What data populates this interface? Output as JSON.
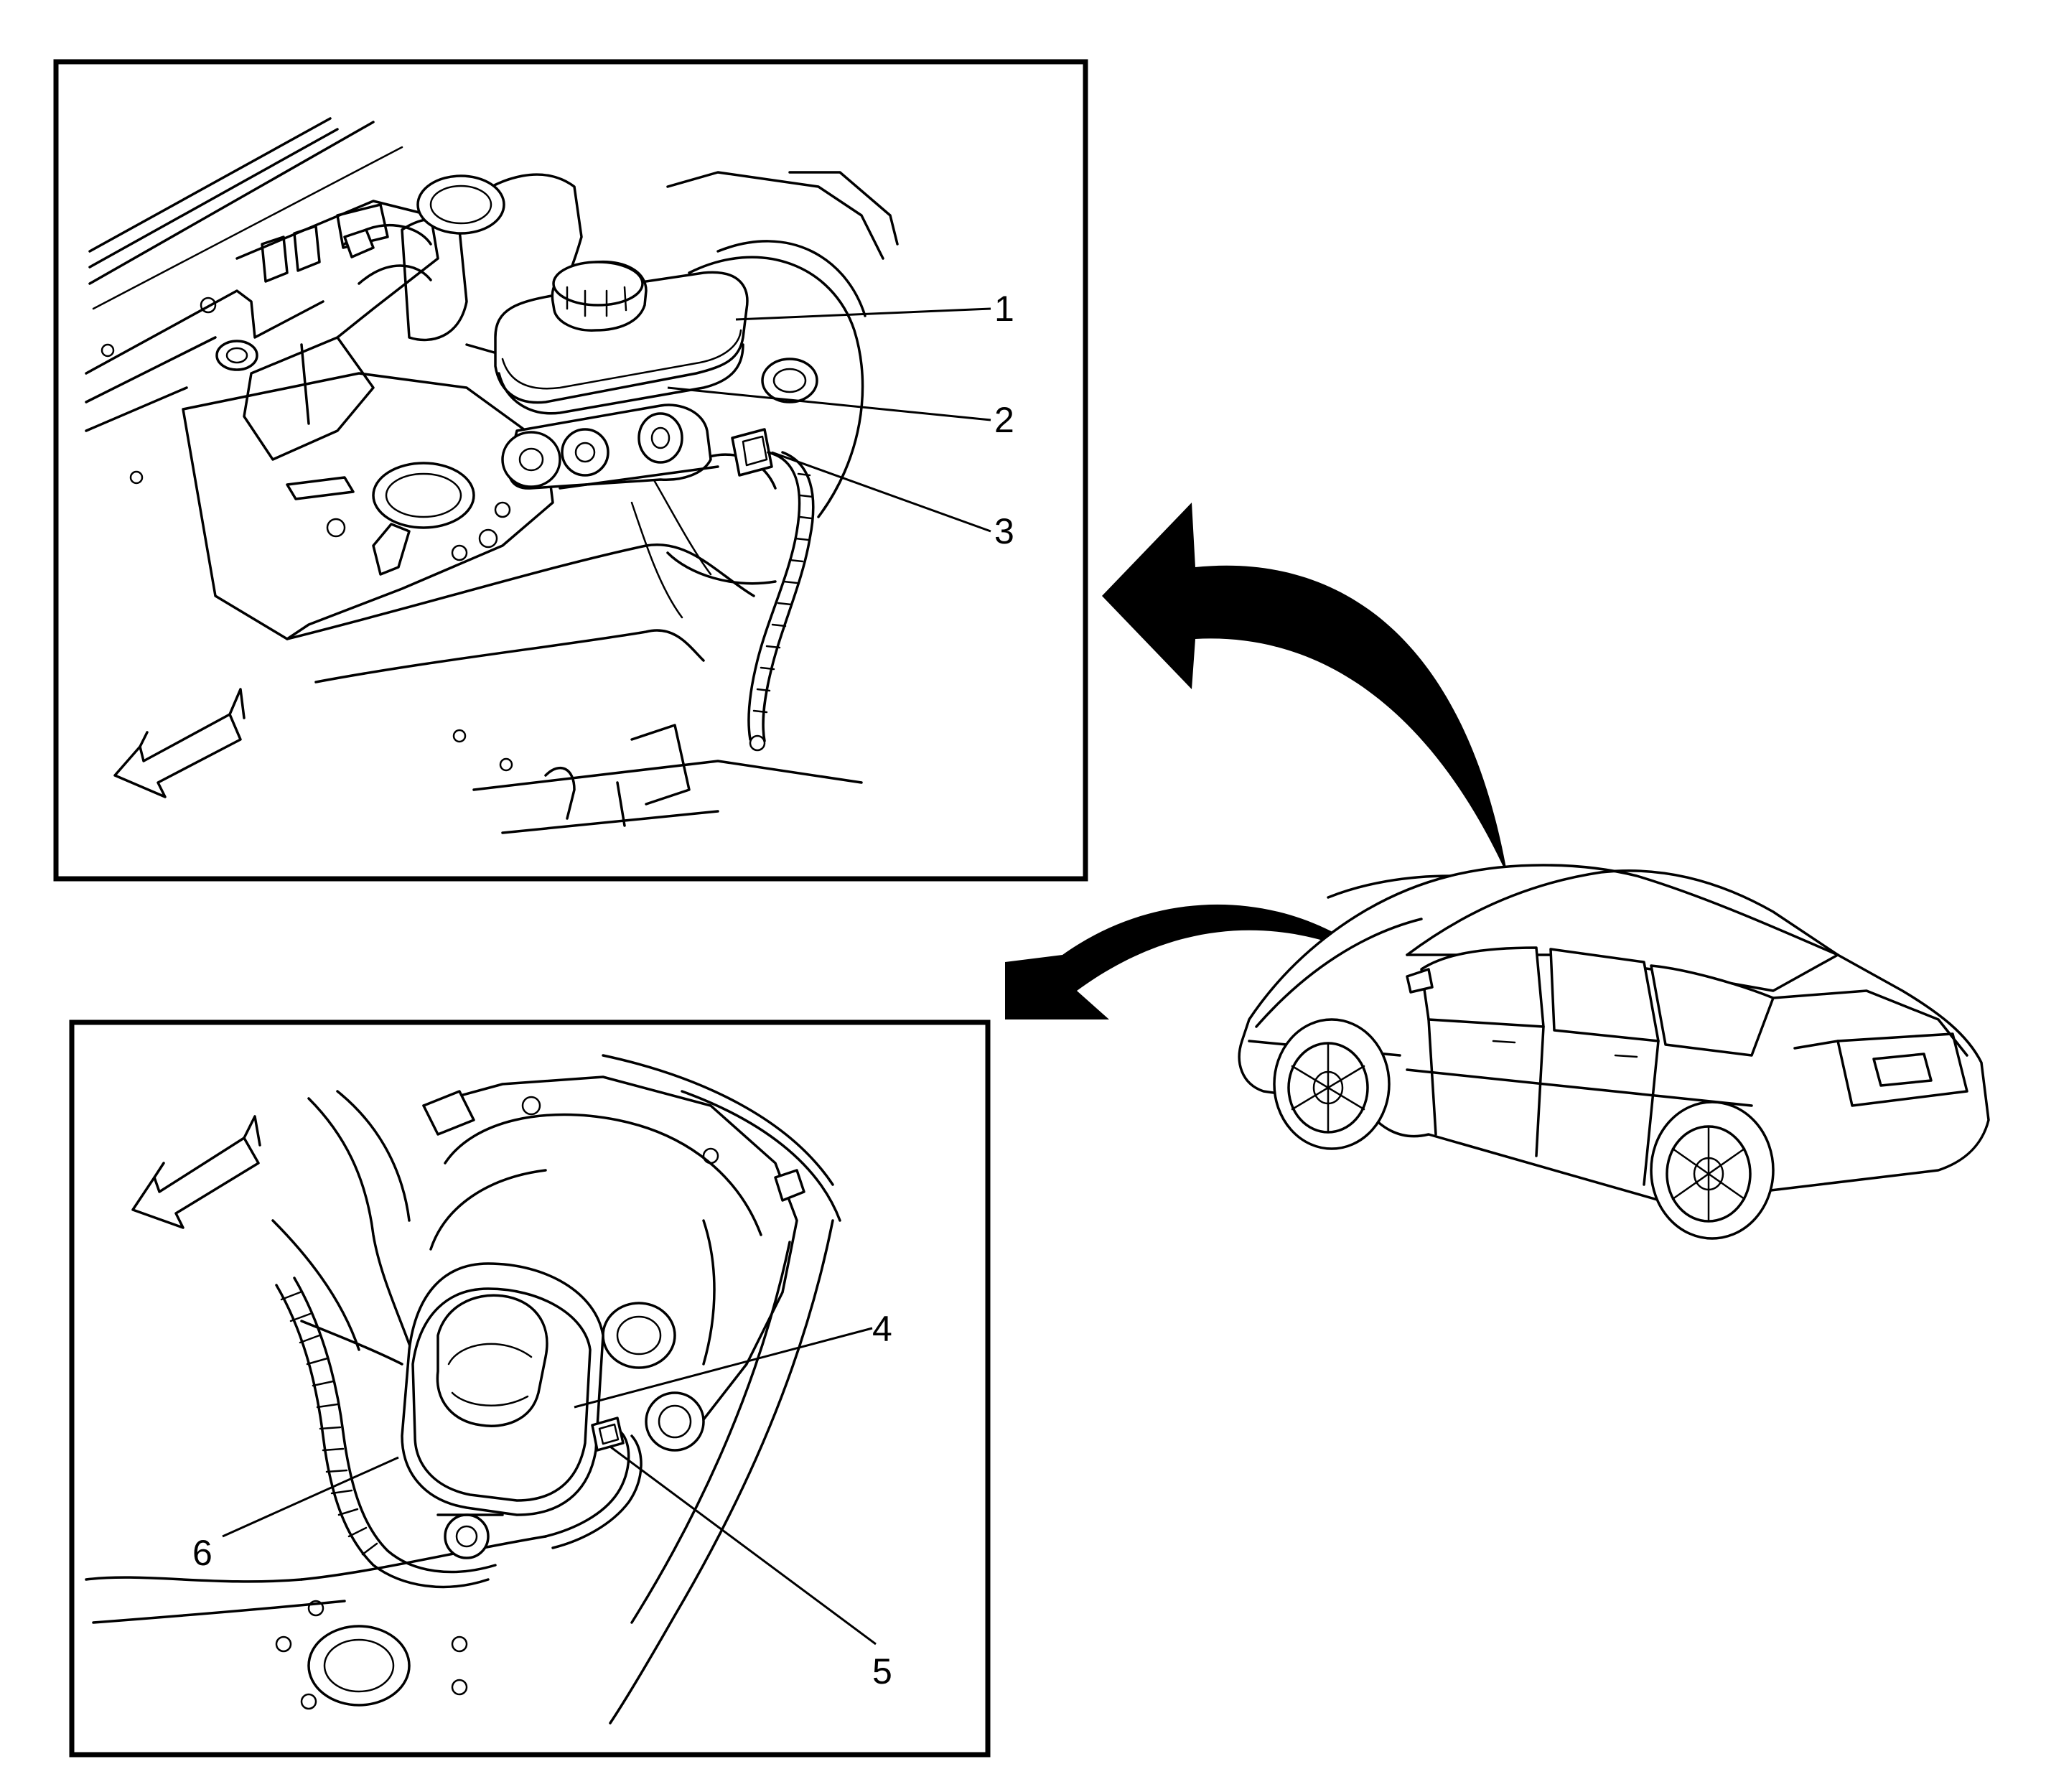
{
  "callouts": {
    "c1": "1",
    "c2": "2",
    "c3": "3",
    "c4": "4",
    "c5": "5",
    "c6": "6"
  },
  "icons": {
    "front_arrow": "front-direction-arrow-icon",
    "view_arrow": "view-location-arrow-icon",
    "vehicle": "sedan-vehicle-icon"
  },
  "colors": {
    "line": "#000000",
    "background": "#ffffff"
  }
}
